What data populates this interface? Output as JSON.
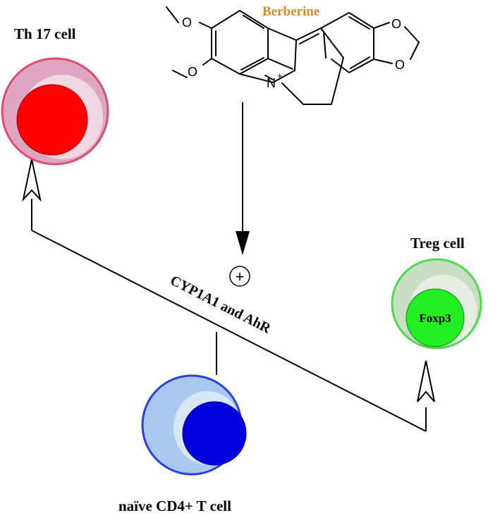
{
  "compound": {
    "name": "Berberine",
    "color": "#d68a2a",
    "atoms": {
      "o1": "O",
      "o2": "O",
      "o3": "O",
      "o4": "O",
      "n": "N",
      "charge": "+"
    }
  },
  "cells": {
    "th17": {
      "label": "Th 17 cell",
      "outer_fill": "#dea6c0",
      "outer_stroke": "#e04a6e",
      "nucleus": "#ff0000"
    },
    "treg": {
      "label": "Treg cell",
      "outer_fill": "#c9dcc4",
      "outer_stroke": "#4ddb4d",
      "nucleus": "#22ee22",
      "nucleus_label": "Foxp3"
    },
    "naive": {
      "label": "naïve CD4+ T cell",
      "outer_fill": "#a9c8ee",
      "outer_stroke": "#2a3ee6",
      "nucleus": "#0000dd"
    }
  },
  "pathway": {
    "label": "CYP1A1 and AhR",
    "activation_symbol": "+"
  }
}
